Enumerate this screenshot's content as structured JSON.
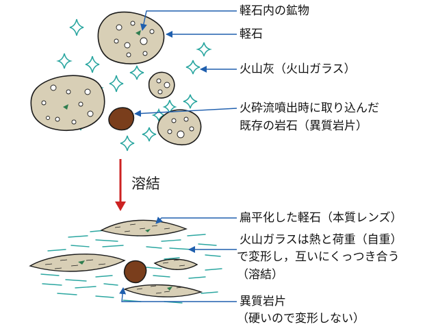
{
  "labels": {
    "mineral_in_pumice": "軽石内の鉱物",
    "pumice": "軽石",
    "volcanic_ash": "火山灰（火山ガラス）",
    "captured_rock_line1": "火砕流噴出時に取り込んだ",
    "captured_rock_line2": "既存の岩石（異質岩片）",
    "flattened_pumice": "扁平化した軽石（本質レンズ）",
    "welding_line1": "火山ガラスは熱と荷重（自重）",
    "welding_line2": "で変形し，互いにくっつき合う",
    "welding_line3": "（溶結）",
    "xenolith_line1": "異質岩片",
    "xenolith_line2": "（硬いので変形しない）"
  },
  "process": {
    "welding": "溶結"
  },
  "colors": {
    "pumice_fill": "#d8cfb6",
    "pumice_stroke": "#1a1a1a",
    "vesicle": "#ffffff",
    "mineral": "#2e7d4f",
    "xenolith": "#7a3e1c",
    "ash_shard": "#2aa6a0",
    "leader_line": "#1f5fae",
    "process_arrow": "#cc2222"
  }
}
